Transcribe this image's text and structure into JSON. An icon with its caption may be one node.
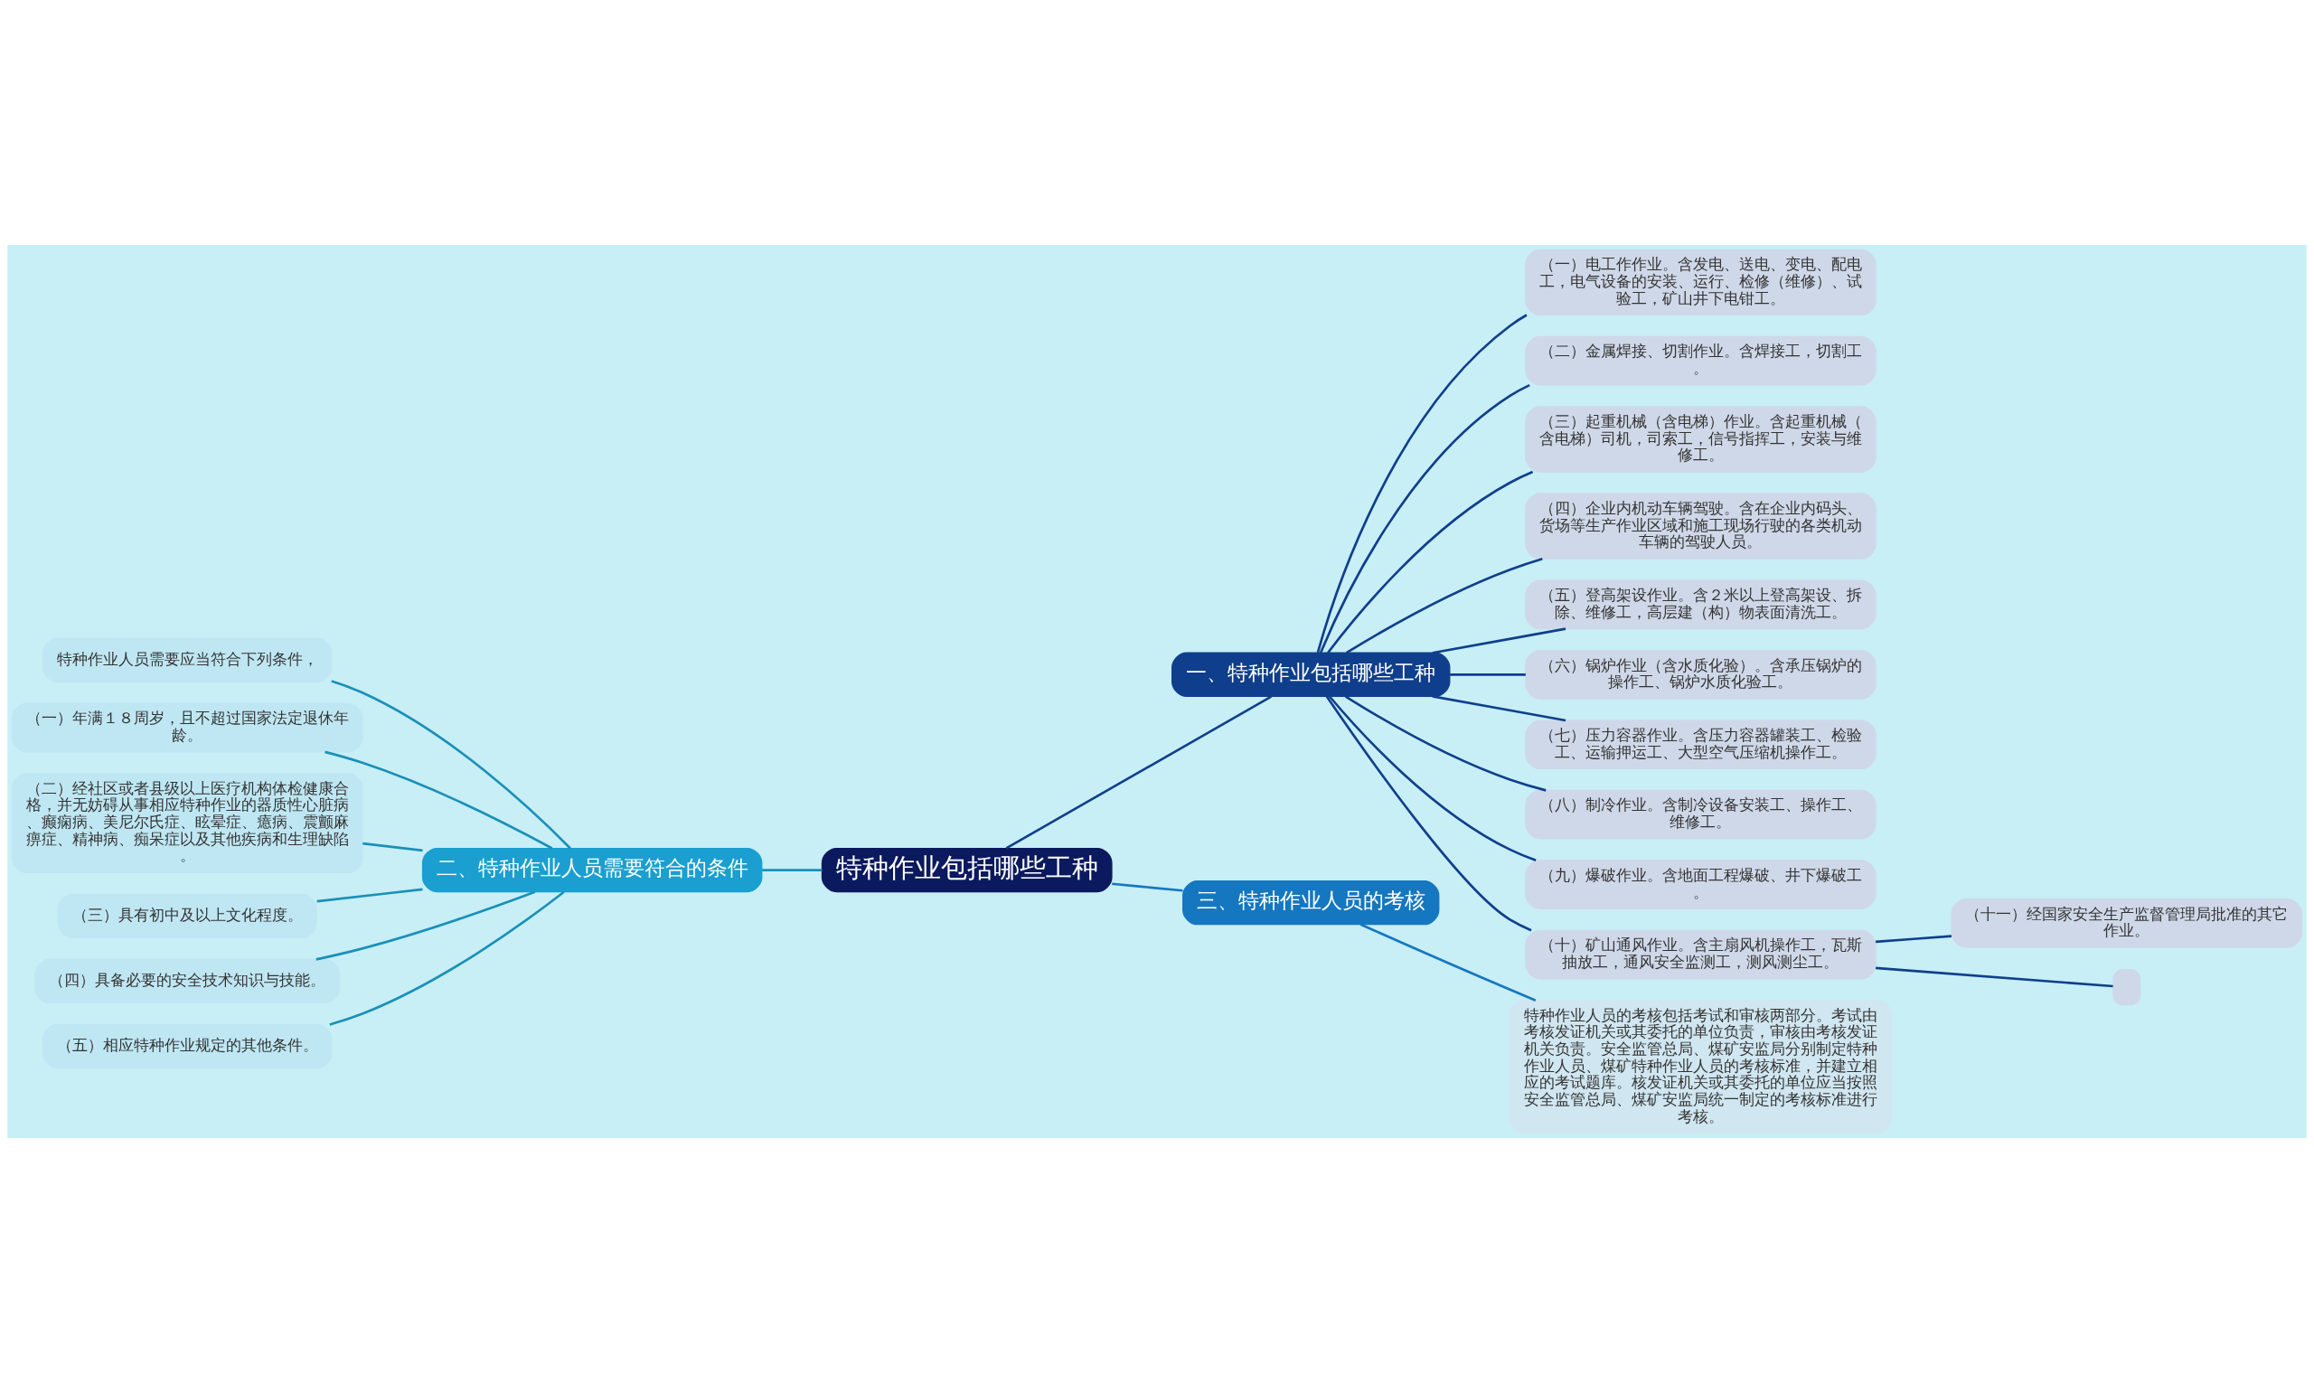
{
  "diagram": {
    "nodes": [
      {
        "text": [
          "特种作业包括哪些工种"
        ]
      },
      {
        "text": [
          "一、特种作业包括哪些工种"
        ]
      },
      {
        "text": [
          "（一）电工作作业。含发电、送电、变电、配电工，电气设备的安装、运行、检修（维修）、试验工，矿山井下电钳工。"
        ]
      },
      {
        "text": [
          "（二）金属焊接、切割作业。含焊接工，切割工。"
        ]
      },
      {
        "text": [
          "（三）起重机械（含电梯）作业。含起重机械（含电梯）司机，司索工，信号指挥工，安装与维修工。"
        ]
      },
      {
        "text": [
          "（四）企业内机动车辆驾驶。含在企业内码头、货场等生产作业区域和施工现场行驶的各类机动车辆的驾驶人员。"
        ]
      },
      {
        "text": [
          "（五）登高架设作业。含２米以上登高架设、拆除、维修工，高层建（构）物表面清洗工。"
        ]
      },
      {
        "text": [
          "（六）锅炉作业（含水质化验）。含承压锅炉的操作工、锅炉水质化验工。"
        ]
      },
      {
        "text": [
          "（七）压力容器作业。含压力容器罐装工、检验工、运输押运工、大型空气压缩机操作工。"
        ]
      },
      {
        "text": [
          "（八）制冷作业。含制冷设备安装工、操作工、维修工。"
        ]
      },
      {
        "text": [
          "（九）爆破作业。含地面工程爆破、井下爆破工。"
        ]
      },
      {
        "text": [
          "（十）矿山通风作业。含主扇风机操作工，瓦斯抽放工，通风安全监测工，测风测尘工。"
        ]
      },
      {
        "text": [
          "（十一）经国家安全生产监督管理局批准的其它作业。"
        ]
      },
      {
        "text": [],
        "shape": "box"
      },
      {
        "text": [
          "二、特种作业人员需要符合的条件"
        ]
      },
      {
        "text": [
          "特种作业人员需要应当符合下列条件，"
        ]
      },
      {
        "text": [
          "（一）年满１８周岁，且不超过国家法定退休年龄。"
        ]
      },
      {
        "text": [
          "（二）经社区或者县级以上医疗机构体检健康合格，并无妨碍从事相应特种作业的器质性心脏病、癫痫病、美尼尔氏症、眩晕症、癔病、震颤麻痹症、精神病、痴呆症以及其他疾病和生理缺陷。"
        ]
      },
      {
        "text": [
          "（三）具有初中及以上文化程度。"
        ]
      },
      {
        "text": [
          "（四）具备必要的安全技术知识与技能。"
        ]
      },
      {
        "text": [
          "（五）相应特种作业规定的其他条件。"
        ]
      },
      {
        "text": [
          "三、特种作业人员的考核"
        ]
      },
      {
        "text": [
          "特种作业人员的考核包括考试和审核两部分。考试由考核发证机关或其委托的单位负责，审核由考核发证机关负责。安全监管总局、煤矿安监局分别制定特种作业人员、煤矿特种作业人员的考核标准，并建立相应的考试题库。核发证机关或其委托的单位应当按照安全监管总局、煤矿安监局统一制定的考核标准进行考核。"
        ]
      }
    ],
    "edges": [
      {
        "from": 0,
        "to": 1,
        "arrow": "none"
      },
      {
        "from": 1,
        "to": 2,
        "arrow": "none"
      },
      {
        "from": 1,
        "to": 3,
        "arrow": "none"
      },
      {
        "from": 1,
        "to": 4,
        "arrow": "none"
      },
      {
        "from": 1,
        "to": 5,
        "arrow": "none"
      },
      {
        "from": 1,
        "to": 6,
        "arrow": "none"
      },
      {
        "from": 1,
        "to": 7,
        "arrow": "none"
      },
      {
        "from": 1,
        "to": 8,
        "arrow": "none"
      },
      {
        "from": 1,
        "to": 9,
        "arrow": "none"
      },
      {
        "from": 1,
        "to": 10,
        "arrow": "none"
      },
      {
        "from": 1,
        "to": 11,
        "arrow": "none"
      },
      {
        "from": 11,
        "to": 12,
        "arrow": "none"
      },
      {
        "from": 11,
        "to": 13,
        "arrow": "none"
      },
      {
        "from": 0,
        "to": 14,
        "arrow": "none",
        "color": "#1a90b8"
      },
      {
        "from": 14,
        "to": 15,
        "arrow": "none",
        "color": "#1a90b8"
      },
      {
        "from": 14,
        "to": 16,
        "arrow": "none",
        "color": "#1a90b8"
      },
      {
        "from": 14,
        "to": 17,
        "arrow": "none",
        "color": "#1a90b8"
      },
      {
        "from": 14,
        "to": 18,
        "arrow": "none",
        "color": "#1a90b8"
      },
      {
        "from": 14,
        "to": 19,
        "arrow": "none",
        "color": "#1a90b8"
      },
      {
        "from": 14,
        "to": 20,
        "arrow": "none",
        "color": "#1a90b8"
      },
      {
        "from": 0,
        "to": 21,
        "arrow": "none",
        "color": "#1577c0"
      },
      {
        "from": 21,
        "to": 22,
        "arrow": "none",
        "color": "#1577c0"
      }
    ]
  }
}
